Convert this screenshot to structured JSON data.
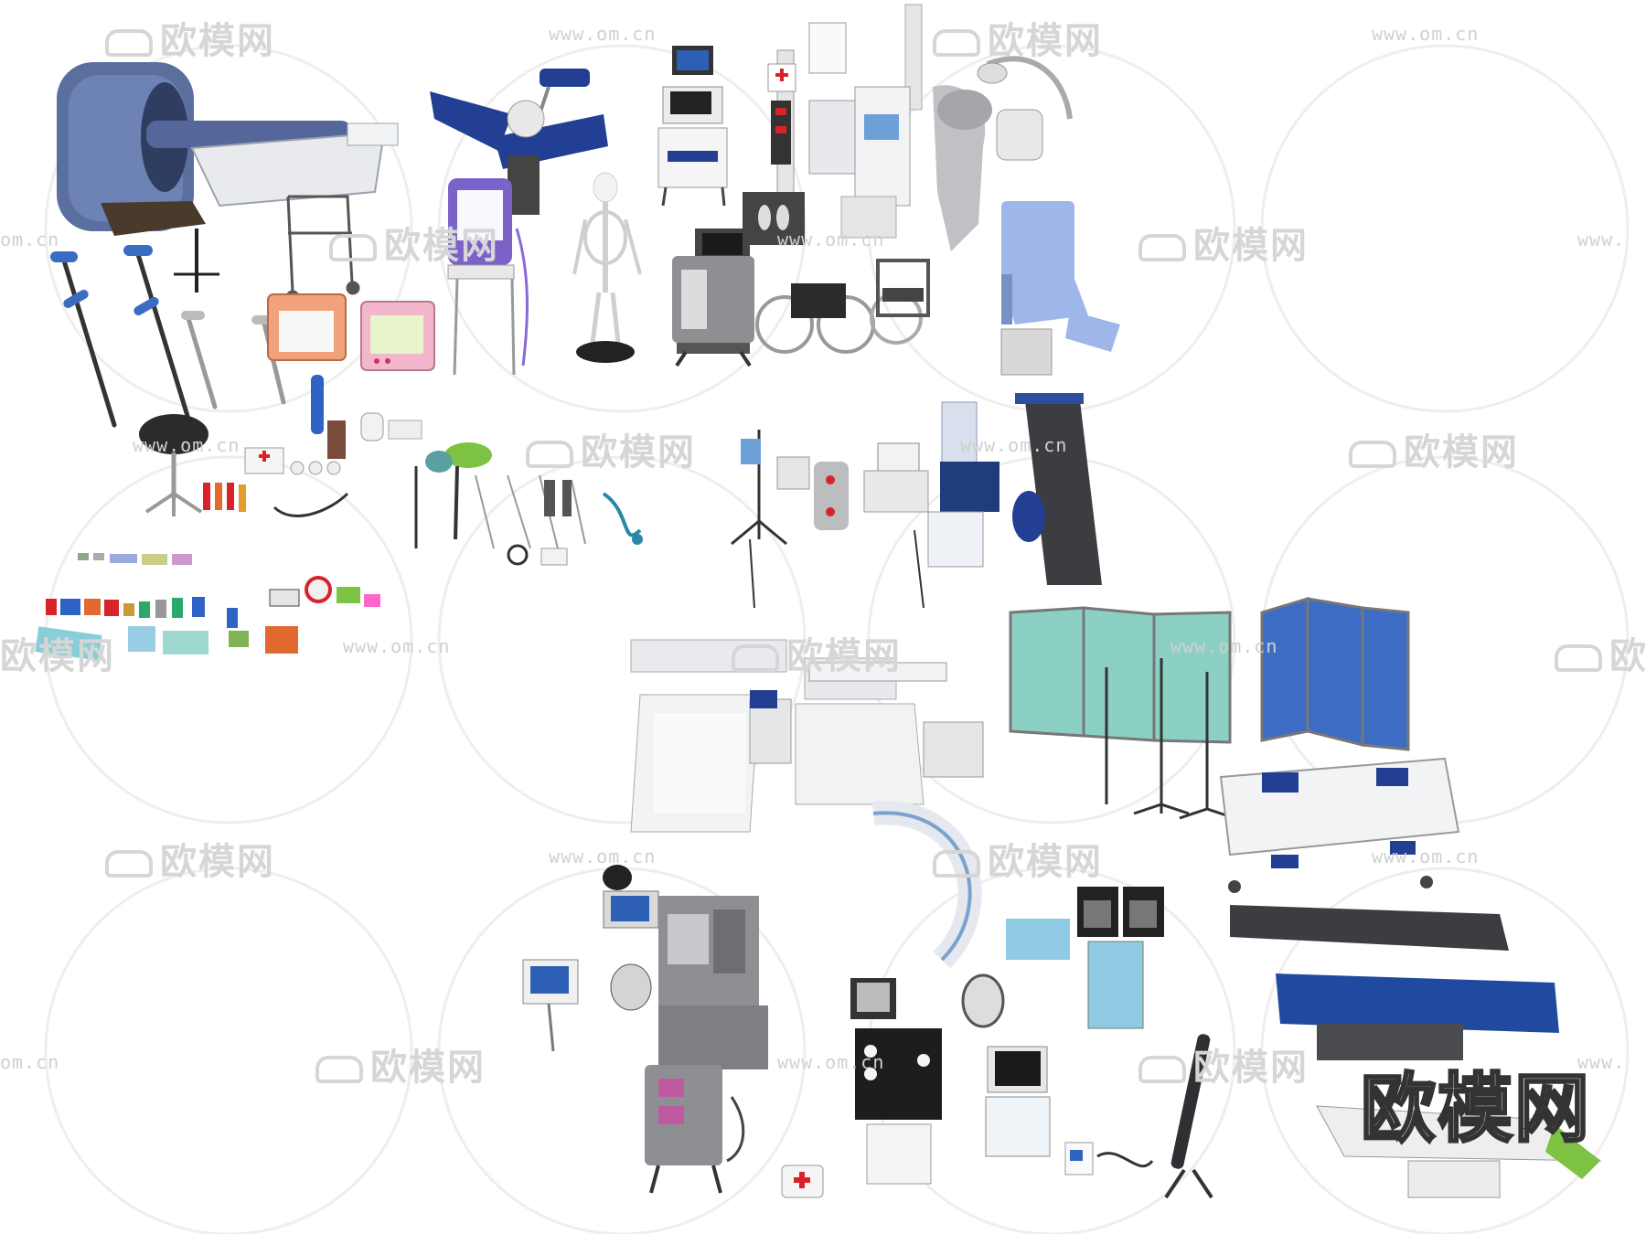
{
  "image": {
    "watermark_brand": "欧模网",
    "watermark_url": "www.om.cn",
    "watermark_partial_left": "om.cn",
    "watermark_partial_right": "www.",
    "corner_logo": "欧模网"
  },
  "colors": {
    "scanner_blue": "#5a6f9e",
    "chair_blue": "#223f94",
    "curtain_teal": "#8ccfc3",
    "curtain_blue": "#3d6cc4",
    "table_blue": "#1f4aa0",
    "table_dark": "#3b3d40",
    "equipment_gray": "#8d8f93",
    "white_body": "#f2f3f5",
    "accent_red": "#d8232a",
    "accent_green": "#7dc243",
    "purple_device": "#7b62c9",
    "pink_monitor": "#f2b7cc",
    "orange_monitor": "#f2a27a",
    "light_blue_cabinet": "#8fcbe2"
  }
}
